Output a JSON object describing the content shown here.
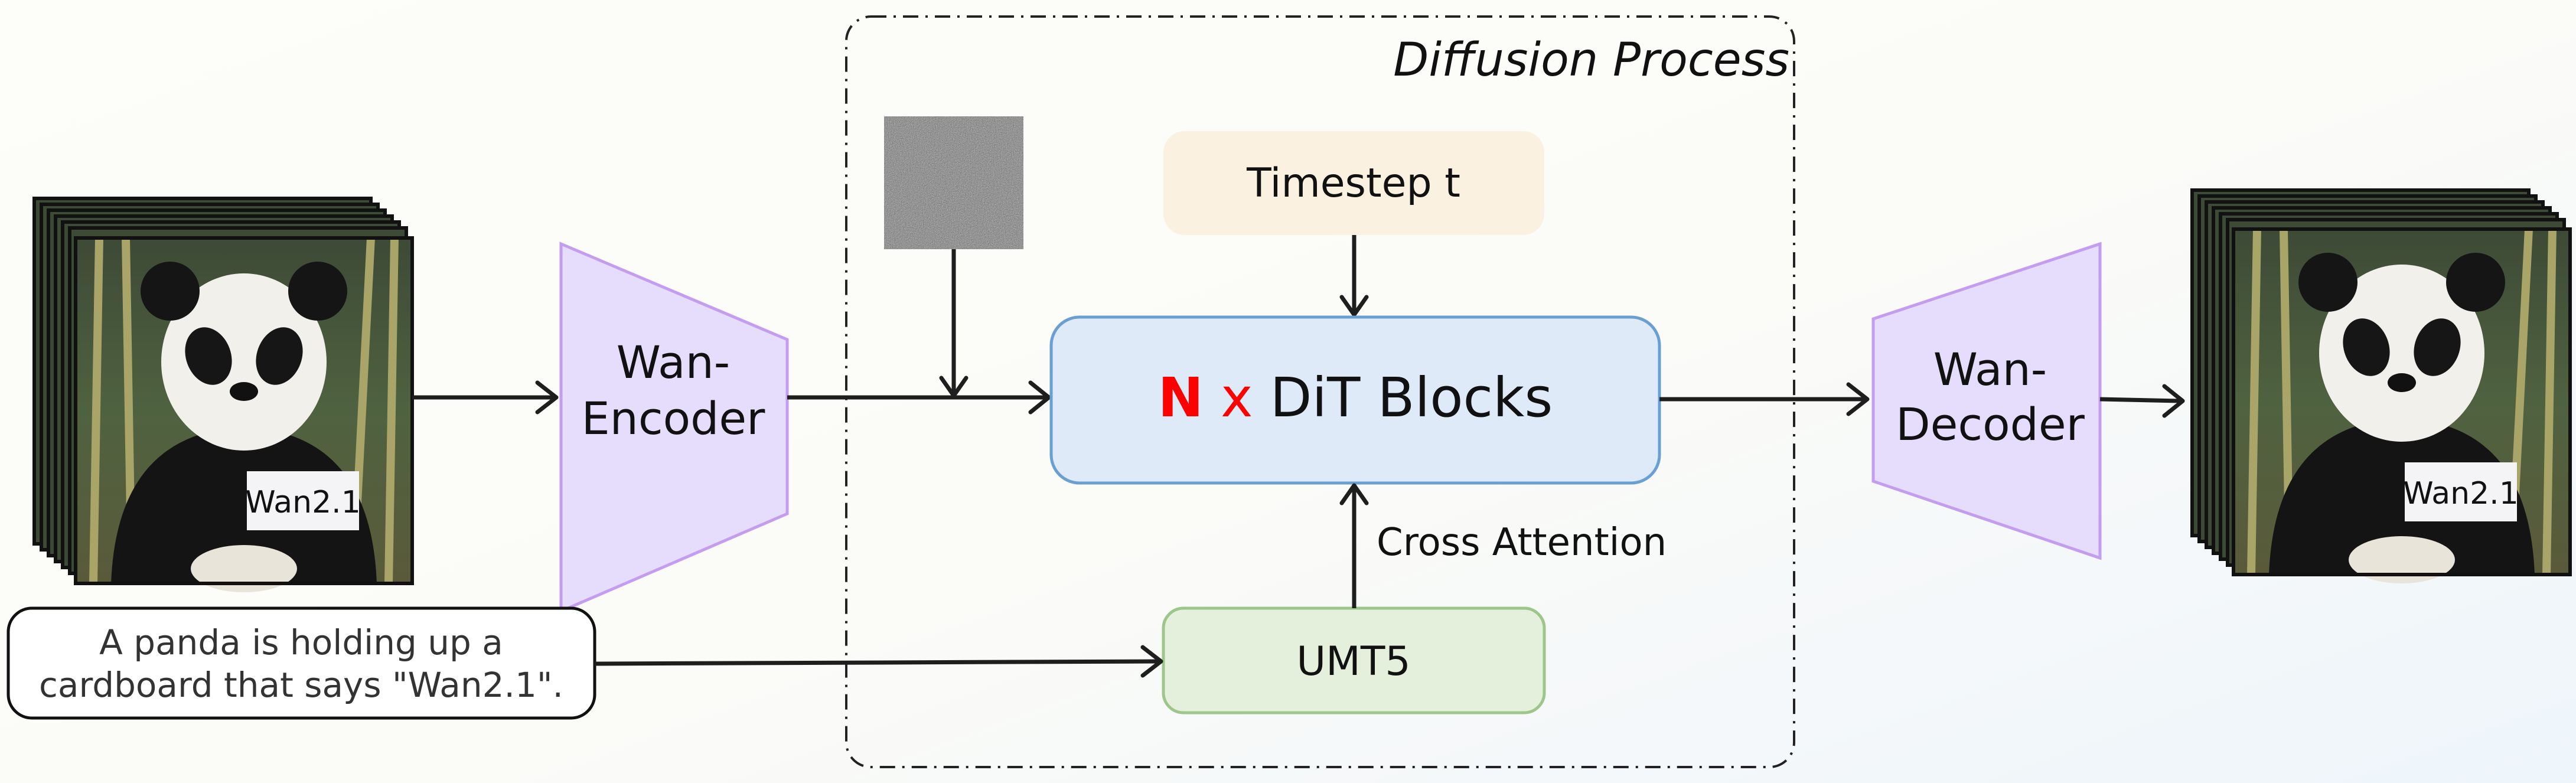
{
  "diffusion_label": "Diffusion Process",
  "encoder": {
    "line1": "Wan-",
    "line2": "Encoder"
  },
  "decoder": {
    "line1": "Wan-",
    "line2": "Decoder"
  },
  "timestep": "Timestep t",
  "dit": {
    "n": "N",
    "x": "x",
    "label": "DiT Blocks"
  },
  "cross_attention": "Cross Attention",
  "text_encoder": "UMT5",
  "prompt": {
    "line1": "A panda is holding up a",
    "line2": "cardboard that says \"Wan2.1\"."
  },
  "sign_text": "Wan2.1",
  "colors": {
    "vae": "#e6dcfc",
    "vae_border": "#c49cf0",
    "timestep_fill": "#faf1e0",
    "dit_fill": "#dfeaf9",
    "dit_border": "#6a9fd4",
    "umt5_fill": "#e4efdc",
    "umt5_border": "#9cc68a",
    "accent_red": "#ff0000"
  }
}
